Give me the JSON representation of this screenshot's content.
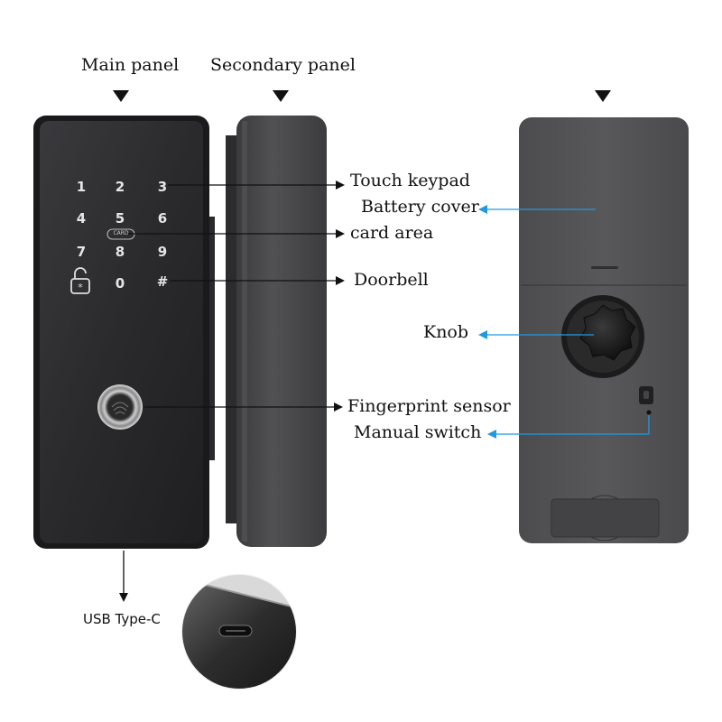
{
  "top_labels": {
    "main_panel": "Main panel",
    "secondary_panel": "Secondary panel"
  },
  "callouts": {
    "touch_keypad": "Touch keypad",
    "battery_cover": "Battery cover",
    "card_area": "card area",
    "doorbell": "Doorbell",
    "knob": "Knob",
    "fingerprint_sensor": "Fingerprint sensor",
    "manual_switch": "Manual switch",
    "usb_type_c": "USB Type-C"
  },
  "keypad": {
    "keys": [
      "1",
      "2",
      "3",
      "4",
      "5",
      "6",
      "7",
      "8",
      "9",
      "0",
      "#"
    ],
    "card_badge": "CARD"
  },
  "colors": {
    "panel_dark": "#2c2c2e",
    "body_gray": "#4a4a4c",
    "arrow_black": "#111111",
    "arrow_blue": "#1e9be0"
  }
}
